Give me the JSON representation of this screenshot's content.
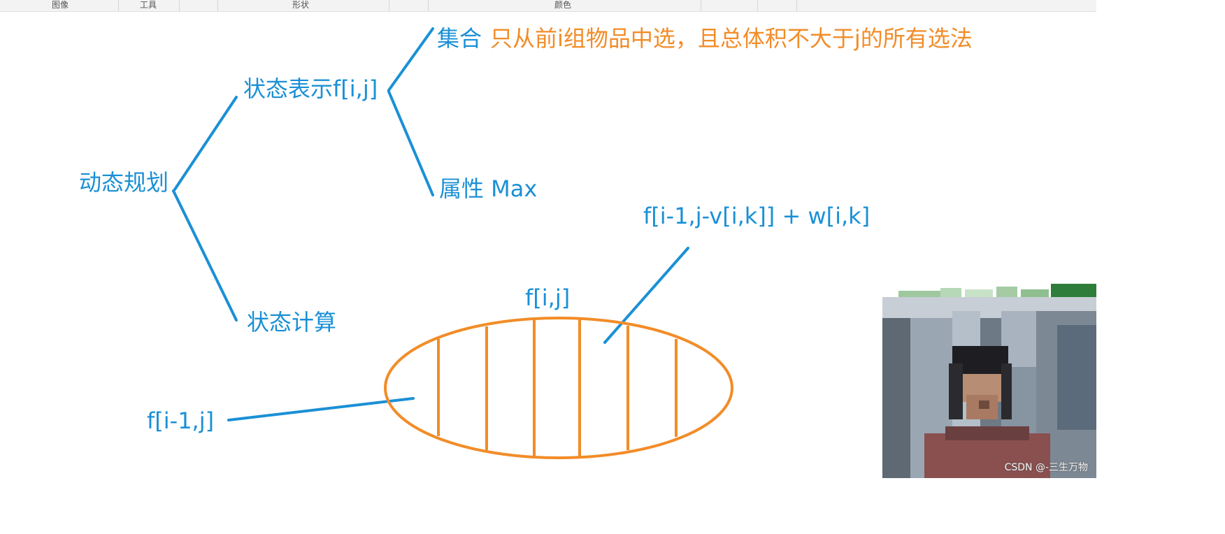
{
  "toolbar": {
    "groups": [
      "图像",
      "工具",
      "形状",
      "颜色"
    ]
  },
  "diagram": {
    "root": "动态规划",
    "state_repr": "状态表示f[i,j]",
    "set_label": "集合",
    "set_desc": "只从前i组物品中选，且总体积不大于j的所有选法",
    "attr_label": "属性 Max",
    "state_calc": "状态计算",
    "ellipse_label": "f[i,j]",
    "left_part_label": "f[i-1,j]",
    "right_part_label": "f[i-1,j-v[i,k]] + w[i,k]"
  },
  "colors": {
    "blue": "#1a90d6",
    "orange": "#f28c28"
  },
  "watermark": "CSDN @-三生万物"
}
